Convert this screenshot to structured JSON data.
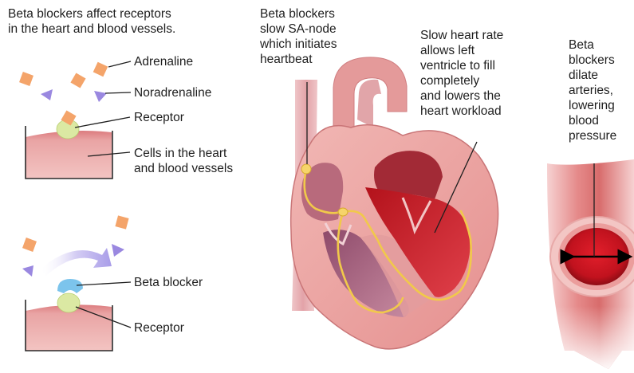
{
  "panel_left": {
    "top_caption": "Beta blockers affect receptors\nin the heart and blood vessels.",
    "labels": {
      "adrenaline": "Adrenaline",
      "noradrenaline": "Noradrenaline",
      "receptor_top": "Receptor",
      "cells": "Cells in the heart\nand blood vessels",
      "beta_blocker": "Beta blocker",
      "receptor_bottom": "Receptor"
    }
  },
  "panel_heart": {
    "sa_node_caption": "Beta blockers\nslow SA-node\nwhich initiates\nheartbeat",
    "ventricle_caption": "Slow heart rate\nallows left\nventricle to fill\ncompletely\nand lowers the\nheart workload"
  },
  "panel_artery": {
    "caption": "Beta\nblockers\ndilate\narteries,\nlowering\nblood\npressure"
  },
  "colors": {
    "adrenaline": "#f4a46a",
    "noradrenaline": "#9a88e0",
    "receptor": "#d9e9a0",
    "beta_blocker": "#7cc4ec",
    "cell_tissue": "#e89a9a",
    "heart_muscle": "#d8757a",
    "heart_chamber": "#c8202a",
    "conduction": "#f1c94a",
    "artery": "#d8686a"
  }
}
